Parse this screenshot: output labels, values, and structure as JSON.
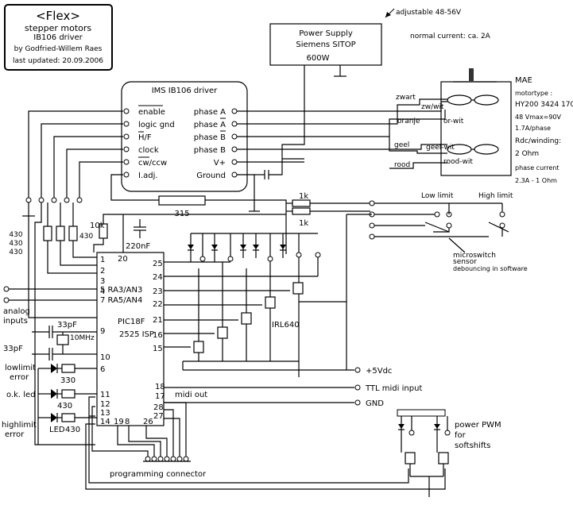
{
  "title_box": {
    "title": "<Flex>",
    "line1": "stepper motors",
    "line2": "IB106 driver",
    "author": "by Godfried-Willem Raes",
    "updated": "last updated: 20.09.2006"
  },
  "power_supply": {
    "note_adjustable": "adjustable 48-56V",
    "note_current": "normal current: ca. 2A",
    "line1": "Power Supply",
    "line2": "Siemens SITOP",
    "line3": "600W"
  },
  "driver": {
    "title": "IMS IB106 driver",
    "left_pins": [
      "enable",
      "logic gnd",
      "H/F",
      "clock",
      "cw/ccw",
      "I.adj."
    ],
    "right_pins": [
      "phase A",
      "phase A",
      "phase B",
      "phase B",
      "V+",
      "Ground"
    ]
  },
  "motor": {
    "maker": "MAE",
    "type_label": "motortype :",
    "type": "HY200 3424 170",
    "spec1": "48 Vmax=90V",
    "spec2": "1.7A/phase",
    "rdc_label": "Rdc/winding:",
    "rdc": "2 Ohm",
    "phase_label": "phase current",
    "phase": "2.3A - 1 Ohm",
    "wires": [
      "zwart",
      "zw/wit",
      "oranje",
      "or-wit",
      "geel",
      "geel-wit",
      "rood",
      "rood-wit"
    ]
  },
  "resistors": {
    "r315": "315",
    "r1k_a": "1k",
    "r1k_b": "1k",
    "r10k": "10k",
    "r430_stack": [
      "430",
      "430",
      "430"
    ],
    "r430_mid": "430",
    "r330": "330",
    "r430_ok": "430",
    "r430_led": "430"
  },
  "capacitors": {
    "c220": "220nF",
    "c33a": "33pF",
    "c33b": "33pF",
    "xtal": "10MHz"
  },
  "pic": {
    "name1": "PIC18F",
    "name2": "2525 ISP",
    "pins_left": [
      "1",
      "2",
      "3",
      "4",
      "5 RA3/AN3",
      "7 RA5/AN4",
      "9",
      "10",
      "6",
      "11",
      "12",
      "13",
      "14"
    ],
    "pin20": "20",
    "pins_right": [
      "25",
      "24",
      "23",
      "22",
      "21",
      "16",
      "15",
      "18",
      "17",
      "28",
      "27"
    ],
    "pins_bottom": [
      "19",
      "8",
      "26"
    ]
  },
  "transistor": "IRL640",
  "labels": {
    "analog": "analog",
    "inputs": "inputs",
    "lowlimit": "lowlimit",
    "error": "error",
    "ok_led": "o.k. led",
    "highlimit": "highlimit",
    "error2": "error",
    "led": "LED",
    "low_limit": "Low limit",
    "high_limit": "High limit",
    "microswitch1": "microswitch",
    "microswitch2": "sensor",
    "microswitch3": "debouncing in software",
    "v5": "+5Vdc",
    "ttl": "TTL midi input",
    "gnd": "GND",
    "midi_out": "midi out",
    "prog": "programming connector",
    "pwm1": "power PWM",
    "pwm2": "for",
    "pwm3": "softshifts"
  }
}
